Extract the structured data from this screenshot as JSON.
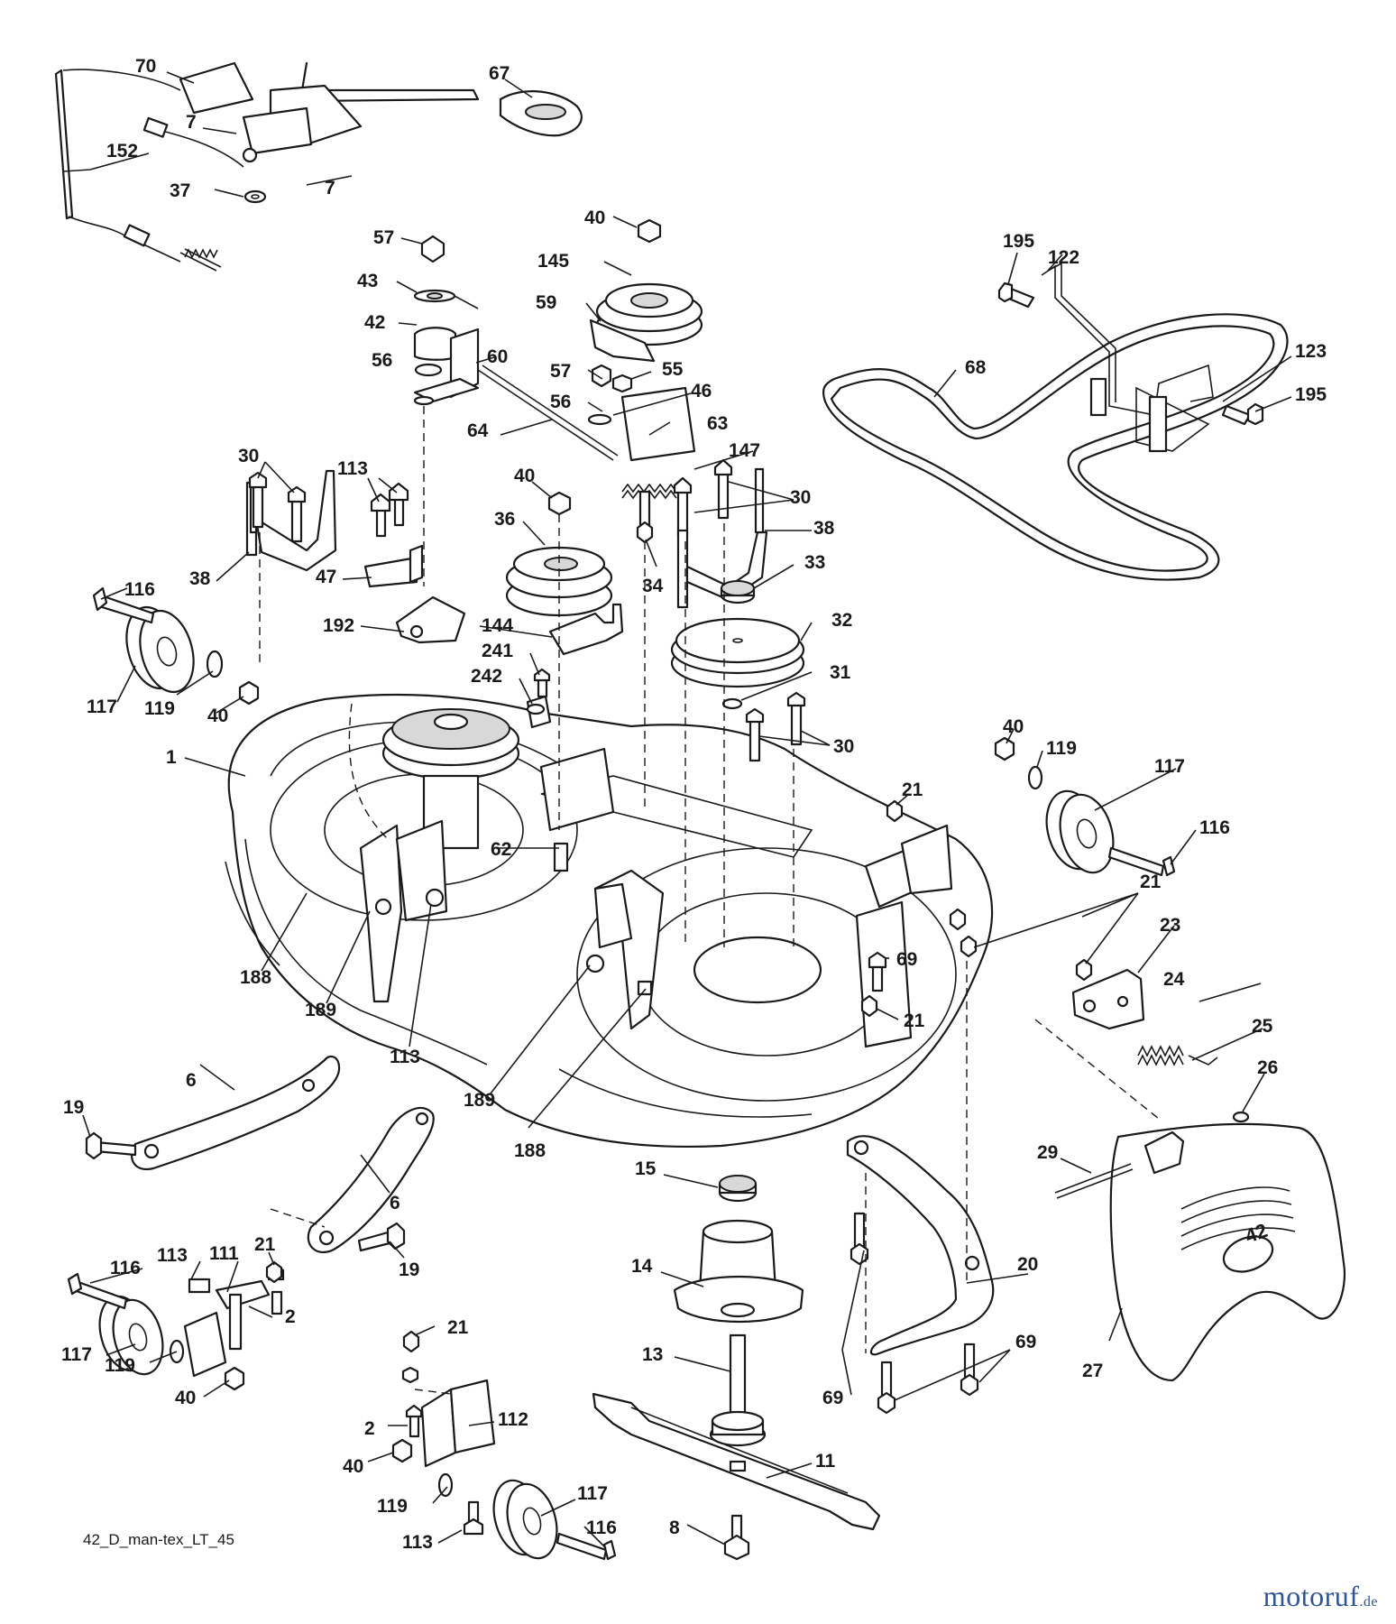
{
  "figure": {
    "code": "42_D_man-tex_LT_45",
    "watermark": {
      "name": "motoruf",
      "tld": ".de"
    },
    "deck_badge": "42"
  },
  "callouts": [
    {
      "id": "c70",
      "text": "70"
    },
    {
      "id": "c67",
      "text": "67"
    },
    {
      "id": "c7a",
      "text": "7"
    },
    {
      "id": "c152",
      "text": "152"
    },
    {
      "id": "c7b",
      "text": "7"
    },
    {
      "id": "c37",
      "text": "37"
    },
    {
      "id": "c40a",
      "text": "40"
    },
    {
      "id": "c145",
      "text": "145"
    },
    {
      "id": "c59",
      "text": "59"
    },
    {
      "id": "c57a",
      "text": "57"
    },
    {
      "id": "c43",
      "text": "43"
    },
    {
      "id": "c42",
      "text": "42"
    },
    {
      "id": "c56a",
      "text": "56"
    },
    {
      "id": "c60",
      "text": "60"
    },
    {
      "id": "c57b",
      "text": "57"
    },
    {
      "id": "c55",
      "text": "55"
    },
    {
      "id": "c56b",
      "text": "56"
    },
    {
      "id": "c46",
      "text": "46"
    },
    {
      "id": "c64",
      "text": "64"
    },
    {
      "id": "c63",
      "text": "63"
    },
    {
      "id": "c147",
      "text": "147"
    },
    {
      "id": "c195a",
      "text": "195"
    },
    {
      "id": "c122",
      "text": "122"
    },
    {
      "id": "c68",
      "text": "68"
    },
    {
      "id": "c123",
      "text": "123"
    },
    {
      "id": "c195b",
      "text": "195"
    },
    {
      "id": "c30a",
      "text": "30"
    },
    {
      "id": "c113a",
      "text": "113"
    },
    {
      "id": "c40b",
      "text": "40"
    },
    {
      "id": "c30b",
      "text": "30"
    },
    {
      "id": "c36",
      "text": "36"
    },
    {
      "id": "c38a",
      "text": "38"
    },
    {
      "id": "c47",
      "text": "47"
    },
    {
      "id": "c34",
      "text": "34"
    },
    {
      "id": "c38b",
      "text": "38"
    },
    {
      "id": "c33",
      "text": "33"
    },
    {
      "id": "c116a",
      "text": "116"
    },
    {
      "id": "c192",
      "text": "192"
    },
    {
      "id": "c144",
      "text": "144"
    },
    {
      "id": "c32",
      "text": "32"
    },
    {
      "id": "c241",
      "text": "241"
    },
    {
      "id": "c242",
      "text": "242"
    },
    {
      "id": "c31",
      "text": "31"
    },
    {
      "id": "c117a",
      "text": "117"
    },
    {
      "id": "c119a",
      "text": "119"
    },
    {
      "id": "c40c",
      "text": "40"
    },
    {
      "id": "c30c",
      "text": "30"
    },
    {
      "id": "c40d",
      "text": "40"
    },
    {
      "id": "c119b",
      "text": "119"
    },
    {
      "id": "c117b",
      "text": "117"
    },
    {
      "id": "c1",
      "text": "1"
    },
    {
      "id": "c21a",
      "text": "21"
    },
    {
      "id": "c116b",
      "text": "116"
    },
    {
      "id": "c62",
      "text": "62"
    },
    {
      "id": "c21b",
      "text": "21"
    },
    {
      "id": "c23",
      "text": "23"
    },
    {
      "id": "c69a",
      "text": "69"
    },
    {
      "id": "c188a",
      "text": "188"
    },
    {
      "id": "c24",
      "text": "24"
    },
    {
      "id": "c189a",
      "text": "189"
    },
    {
      "id": "c21c",
      "text": "21"
    },
    {
      "id": "c25",
      "text": "25"
    },
    {
      "id": "c113b",
      "text": "113"
    },
    {
      "id": "c26",
      "text": "26"
    },
    {
      "id": "c6a",
      "text": "6"
    },
    {
      "id": "c19a",
      "text": "19"
    },
    {
      "id": "c189b",
      "text": "189"
    },
    {
      "id": "c188b",
      "text": "188"
    },
    {
      "id": "c29",
      "text": "29"
    },
    {
      "id": "c15",
      "text": "15"
    },
    {
      "id": "c6b",
      "text": "6"
    },
    {
      "id": "c19b",
      "text": "19"
    },
    {
      "id": "c21d",
      "text": "21"
    },
    {
      "id": "c116c",
      "text": "116"
    },
    {
      "id": "c113c",
      "text": "113"
    },
    {
      "id": "c111",
      "text": "111"
    },
    {
      "id": "c14",
      "text": "14"
    },
    {
      "id": "c20",
      "text": "20"
    },
    {
      "id": "c2a",
      "text": "2"
    },
    {
      "id": "c117c",
      "text": "117"
    },
    {
      "id": "c119c",
      "text": "119"
    },
    {
      "id": "c40e",
      "text": "40"
    },
    {
      "id": "c21e",
      "text": "21"
    },
    {
      "id": "c13",
      "text": "13"
    },
    {
      "id": "c69b",
      "text": "69"
    },
    {
      "id": "c69c",
      "text": "69"
    },
    {
      "id": "c27",
      "text": "27"
    },
    {
      "id": "c2b",
      "text": "2"
    },
    {
      "id": "c112",
      "text": "112"
    },
    {
      "id": "c40f",
      "text": "40"
    },
    {
      "id": "c11",
      "text": "11"
    },
    {
      "id": "c119d",
      "text": "119"
    },
    {
      "id": "c117d",
      "text": "117"
    },
    {
      "id": "c8",
      "text": "8"
    },
    {
      "id": "c113d",
      "text": "113"
    },
    {
      "id": "c116d",
      "text": "116"
    }
  ]
}
